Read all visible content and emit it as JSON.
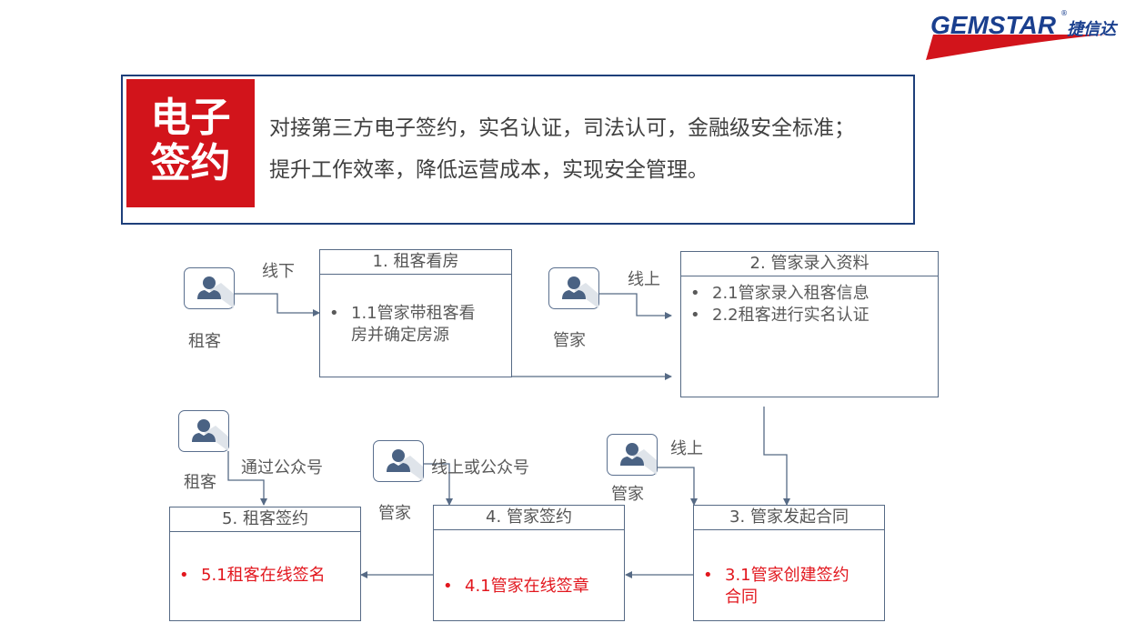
{
  "logo": {
    "brand": "GEMSTAR",
    "reg": "®",
    "cn": "捷信达"
  },
  "header": {
    "badge_line1": "电子",
    "badge_line2": "签约",
    "line1": "对接第三方电子签约，实名认证，司法认可，金融级安全标准；",
    "line2": "提升工作效率，降低运营成本，实现安全管理。"
  },
  "steps": {
    "s1": {
      "title": "1. 租客看房",
      "bullet1_line1": "1.1管家带租客看",
      "bullet1_line2": "房并确定房源"
    },
    "s2": {
      "title": "2. 管家录入资料",
      "bullet1": "2.1管家录入租客信息",
      "bullet2": "2.2租客进行实名认证"
    },
    "s3": {
      "title": "3. 管家发起合同",
      "bullet1_line1": "3.1管家创建签约",
      "bullet1_line2": "合同"
    },
    "s4": {
      "title": "4. 管家签约",
      "bullet1": "4.1管家在线签章"
    },
    "s5": {
      "title": "5. 租客签约",
      "bullet1": "5.1租客在线签名"
    }
  },
  "bullet_char": "•",
  "actors": {
    "a1": {
      "role": "租客",
      "channel": "线下"
    },
    "a2": {
      "role": "管家",
      "channel": "线上"
    },
    "a3": {
      "role": "管家",
      "channel": "线上"
    },
    "a4": {
      "role": "管家",
      "channel": "线上或公众号"
    },
    "a5": {
      "role": "租客",
      "channel": "通过公众号"
    }
  },
  "colors": {
    "accent_red": "#d2141b",
    "bullet_red": "#e2171e",
    "border_navy": "#1e3f7a",
    "line": "#566a85",
    "icon": "#4a6283"
  }
}
